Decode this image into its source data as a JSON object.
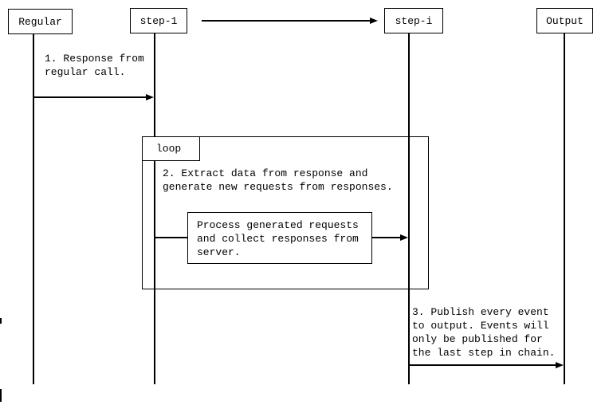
{
  "diagram": {
    "type": "sequence-diagram",
    "participants": [
      {
        "label": "Regular"
      },
      {
        "label": "step-1"
      },
      {
        "label": "step-i"
      },
      {
        "label": "Output"
      }
    ],
    "loop": {
      "label": "loop"
    },
    "messages": {
      "m1": {
        "text": "1. Response from regular call.",
        "lines": [
          "1. Response from",
          "regular call."
        ]
      },
      "m2": {
        "text": "2. Extract data from response and generate new requests from responses.",
        "lines": [
          "2. Extract data from response and",
          "generate new requests from responses."
        ]
      },
      "process": {
        "text": "Process generated requests and collect responses from server.",
        "lines": [
          "Process generated requests",
          "and collect responses from",
          "server."
        ]
      },
      "m3": {
        "text": "3. Publish every event to output. Events will only be published for the last step in chain.",
        "lines": [
          "3. Publish every event",
          "to output. Events will",
          "only be published for",
          "the last step in chain."
        ]
      }
    },
    "colors": {
      "line": "#000000",
      "background": "#ffffff",
      "text": "#000000"
    }
  }
}
